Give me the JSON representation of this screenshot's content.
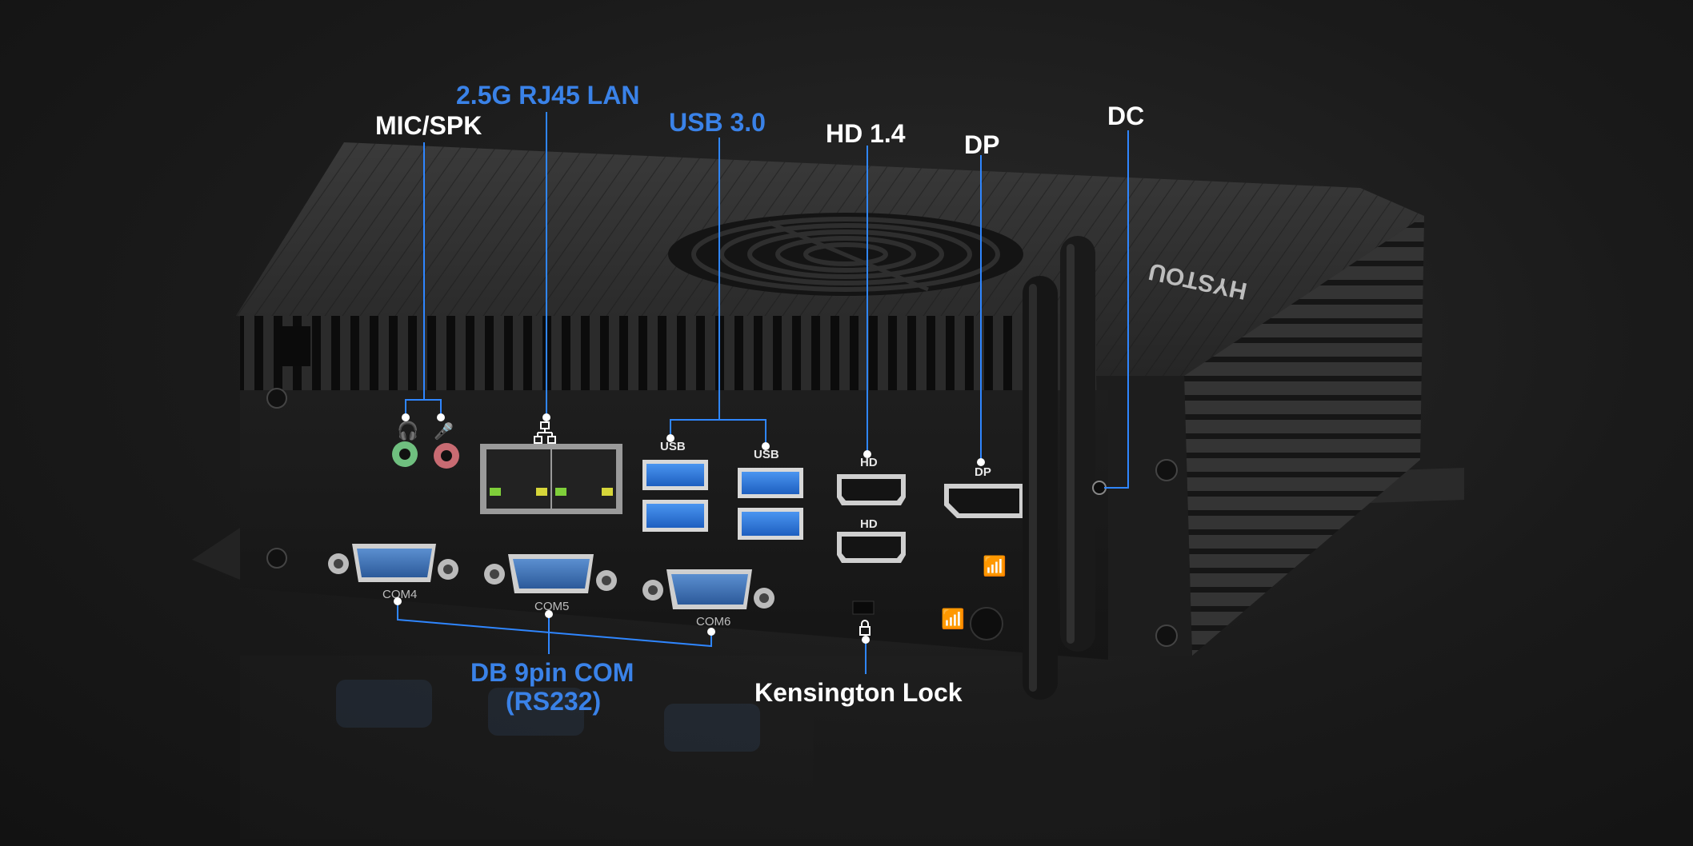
{
  "labels": {
    "mic_spk": "MIC/SPK",
    "lan": "2.5G RJ45 LAN",
    "usb": "USB 3.0",
    "hdmi": "HD 1.4",
    "dp": "DP",
    "dc": "DC",
    "com_line1": "DB 9pin COM",
    "com_line2": "(RS232)",
    "lock": "Kensington Lock"
  },
  "port_marks": {
    "usb1": "USB",
    "usb2": "USB",
    "hd1": "HD",
    "hd2": "HD",
    "dp": "DP",
    "com4": "COM4",
    "com5": "COM5",
    "com6": "COM6"
  },
  "colors": {
    "accent_blue": "#3a82e8",
    "label_white": "#ffffff",
    "chassis": "#1c1c1c",
    "usb_blue": "#2f7fe0"
  }
}
